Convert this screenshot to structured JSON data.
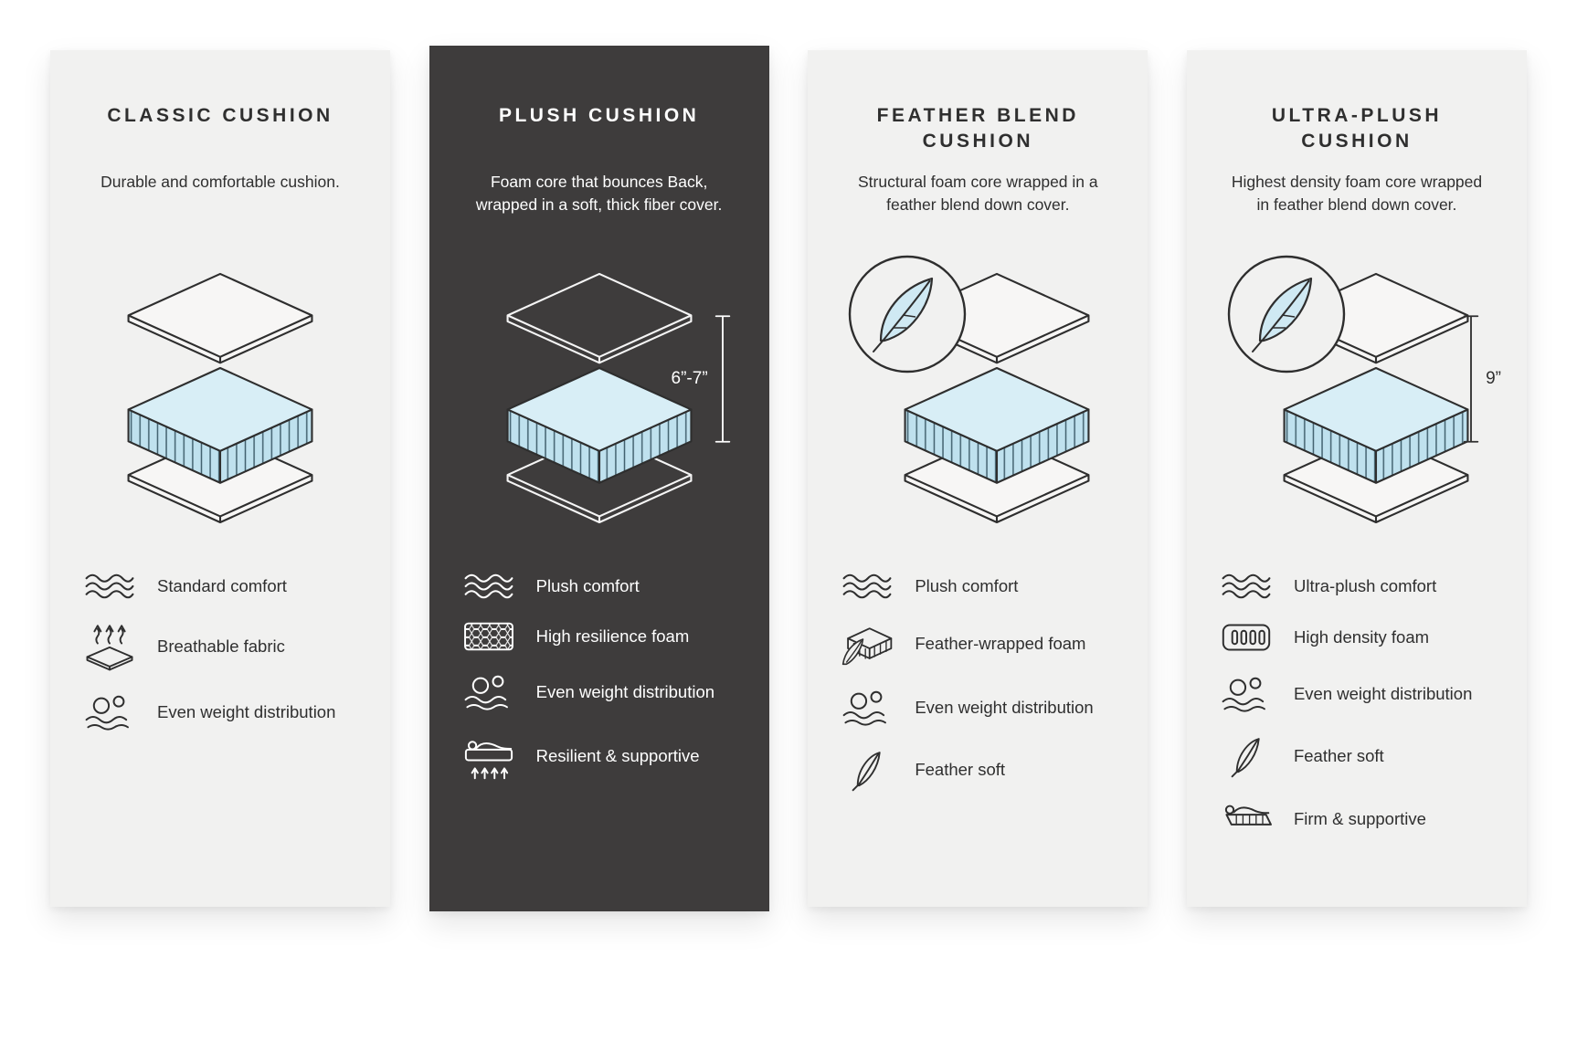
{
  "colors": {
    "page_background": "#ffffff",
    "card_light": "#f1f1f0",
    "card_dark": "#3e3c3c",
    "text_dark": "#2f2f2f",
    "text_light": "#ffffff",
    "foam_blue_top": "#d8eef6",
    "foam_blue_side": "#bfe1ee",
    "outline": "#2e2e2e"
  },
  "cards": [
    {
      "id": "classic",
      "theme": "light",
      "title": "CLASSIC CUSHION",
      "description": "Durable and comfortable cushion.",
      "illustration": {
        "graphic": "layered-cushion-isometric",
        "feather_badge": false,
        "measurement": null
      },
      "features": [
        {
          "icon": "waves-icon",
          "label": "Standard comfort"
        },
        {
          "icon": "breathable-fabric-icon",
          "label": "Breathable fabric"
        },
        {
          "icon": "weight-distribution-icon",
          "label": "Even weight distribution"
        }
      ]
    },
    {
      "id": "plush",
      "theme": "dark",
      "title": "PLUSH CUSHION",
      "description": "Foam core that bounces Back, wrapped in a soft, thick fiber cover.",
      "illustration": {
        "graphic": "layered-cushion-isometric",
        "feather_badge": false,
        "measurement": "6”-7”"
      },
      "features": [
        {
          "icon": "waves-icon",
          "label": "Plush comfort"
        },
        {
          "icon": "honeycomb-foam-icon",
          "label": "High resilience foam"
        },
        {
          "icon": "weight-distribution-icon",
          "label": "Even weight distribution"
        },
        {
          "icon": "resilient-supportive-icon",
          "label": "Resilient & supportive"
        }
      ]
    },
    {
      "id": "feather-blend",
      "theme": "light",
      "title": "FEATHER BLEND CUSHION",
      "description": "Structural foam core wrapped in a feather blend down cover.",
      "illustration": {
        "graphic": "layered-cushion-isometric",
        "feather_badge": true,
        "measurement": null
      },
      "features": [
        {
          "icon": "waves-icon",
          "label": "Plush comfort"
        },
        {
          "icon": "feather-wrapped-foam-icon",
          "label": "Feather-wrapped foam"
        },
        {
          "icon": "weight-distribution-icon",
          "label": "Even weight distribution"
        },
        {
          "icon": "feather-icon",
          "label": "Feather soft"
        }
      ]
    },
    {
      "id": "ultra-plush",
      "theme": "light",
      "title": "ULTRA-PLUSH CUSHION",
      "description": "Highest density foam core wrapped in feather blend down cover.",
      "illustration": {
        "graphic": "layered-cushion-isometric",
        "feather_badge": true,
        "measurement": "9”"
      },
      "features": [
        {
          "icon": "waves-icon",
          "label": "Ultra-plush comfort"
        },
        {
          "icon": "density-foam-icon",
          "label": "High density foam"
        },
        {
          "icon": "weight-distribution-icon",
          "label": "Even weight distribution"
        },
        {
          "icon": "feather-icon",
          "label": "Feather soft"
        },
        {
          "icon": "firm-supportive-icon",
          "label": "Firm & supportive"
        }
      ]
    }
  ]
}
